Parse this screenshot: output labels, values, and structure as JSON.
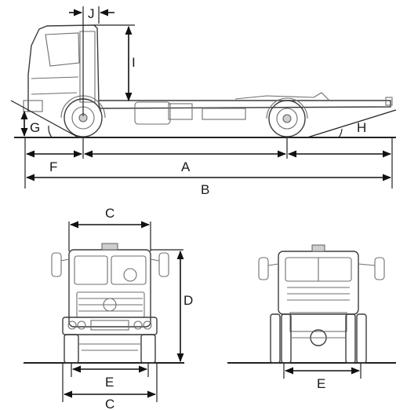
{
  "labels": {
    "J": "J",
    "I": "I",
    "G": "G",
    "H": "H",
    "F": "F",
    "A": "A",
    "B": "B",
    "C_front_top": "C",
    "D": "D",
    "E_front": "E",
    "C_front_bottom": "C",
    "E_rear": "E"
  },
  "colors": {
    "line": "#111111",
    "drawing": "#6e6e6e"
  }
}
